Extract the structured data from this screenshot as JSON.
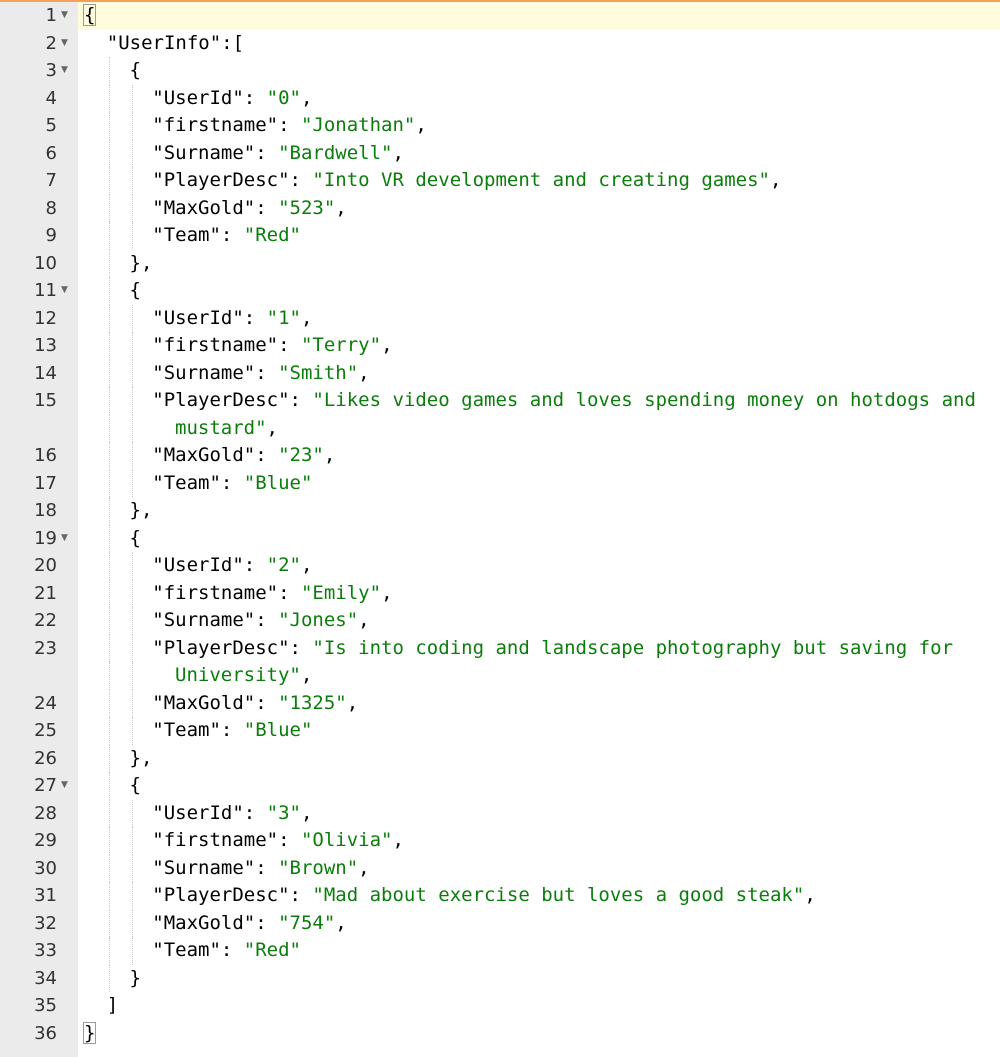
{
  "editor": {
    "lines": [
      {
        "n": "1",
        "fold": true,
        "indent": 0,
        "parts": [
          {
            "t": "{",
            "c": "key",
            "box": true
          }
        ]
      },
      {
        "n": "2",
        "fold": true,
        "indent": 1,
        "parts": [
          {
            "t": "\"UserInfo\"",
            "c": "key"
          },
          {
            "t": ":[",
            "c": "key"
          }
        ]
      },
      {
        "n": "3",
        "fold": true,
        "indent": 2,
        "parts": [
          {
            "t": "{",
            "c": "key"
          }
        ]
      },
      {
        "n": "4",
        "indent": 3,
        "parts": [
          {
            "t": "\"UserId\"",
            "c": "key"
          },
          {
            "t": ": ",
            "c": "key"
          },
          {
            "t": "\"0\"",
            "c": "str"
          },
          {
            "t": ",",
            "c": "key"
          }
        ]
      },
      {
        "n": "5",
        "indent": 3,
        "parts": [
          {
            "t": "\"firstname\"",
            "c": "key"
          },
          {
            "t": ": ",
            "c": "key"
          },
          {
            "t": "\"Jonathan\"",
            "c": "str"
          },
          {
            "t": ",",
            "c": "key"
          }
        ]
      },
      {
        "n": "6",
        "indent": 3,
        "parts": [
          {
            "t": "\"Surname\"",
            "c": "key"
          },
          {
            "t": ": ",
            "c": "key"
          },
          {
            "t": "\"Bardwell\"",
            "c": "str"
          },
          {
            "t": ",",
            "c": "key"
          }
        ]
      },
      {
        "n": "7",
        "indent": 3,
        "parts": [
          {
            "t": "\"PlayerDesc\"",
            "c": "key"
          },
          {
            "t": ": ",
            "c": "key"
          },
          {
            "t": "\"Into VR development and creating games\"",
            "c": "str"
          },
          {
            "t": ",",
            "c": "key"
          }
        ]
      },
      {
        "n": "8",
        "indent": 3,
        "parts": [
          {
            "t": "\"MaxGold\"",
            "c": "key"
          },
          {
            "t": ": ",
            "c": "key"
          },
          {
            "t": "\"523\"",
            "c": "str"
          },
          {
            "t": ",",
            "c": "key"
          }
        ]
      },
      {
        "n": "9",
        "indent": 3,
        "parts": [
          {
            "t": "\"Team\"",
            "c": "key"
          },
          {
            "t": ": ",
            "c": "key"
          },
          {
            "t": "\"Red\"",
            "c": "str"
          }
        ]
      },
      {
        "n": "10",
        "indent": 2,
        "parts": [
          {
            "t": "},",
            "c": "key"
          }
        ]
      },
      {
        "n": "11",
        "fold": true,
        "indent": 2,
        "parts": [
          {
            "t": "{",
            "c": "key"
          }
        ]
      },
      {
        "n": "12",
        "indent": 3,
        "parts": [
          {
            "t": "\"UserId\"",
            "c": "key"
          },
          {
            "t": ": ",
            "c": "key"
          },
          {
            "t": "\"1\"",
            "c": "str"
          },
          {
            "t": ",",
            "c": "key"
          }
        ]
      },
      {
        "n": "13",
        "indent": 3,
        "parts": [
          {
            "t": "\"firstname\"",
            "c": "key"
          },
          {
            "t": ": ",
            "c": "key"
          },
          {
            "t": "\"Terry\"",
            "c": "str"
          },
          {
            "t": ",",
            "c": "key"
          }
        ]
      },
      {
        "n": "14",
        "indent": 3,
        "parts": [
          {
            "t": "\"Surname\"",
            "c": "key"
          },
          {
            "t": ": ",
            "c": "key"
          },
          {
            "t": "\"Smith\"",
            "c": "str"
          },
          {
            "t": ",",
            "c": "key"
          }
        ]
      },
      {
        "n": "15",
        "indent": 3,
        "parts": [
          {
            "t": "\"PlayerDesc\"",
            "c": "key"
          },
          {
            "t": ": ",
            "c": "key"
          },
          {
            "t": "\"Likes video games and loves spending money on hotdogs and",
            "c": "str"
          }
        ],
        "wrap": [
          {
            "t": "mustard\"",
            "c": "str"
          },
          {
            "t": ",",
            "c": "key"
          }
        ]
      },
      {
        "n": "16",
        "indent": 3,
        "parts": [
          {
            "t": "\"MaxGold\"",
            "c": "key"
          },
          {
            "t": ": ",
            "c": "key"
          },
          {
            "t": "\"23\"",
            "c": "str"
          },
          {
            "t": ",",
            "c": "key"
          }
        ]
      },
      {
        "n": "17",
        "indent": 3,
        "parts": [
          {
            "t": "\"Team\"",
            "c": "key"
          },
          {
            "t": ": ",
            "c": "key"
          },
          {
            "t": "\"Blue\"",
            "c": "str"
          }
        ]
      },
      {
        "n": "18",
        "indent": 2,
        "parts": [
          {
            "t": "},",
            "c": "key"
          }
        ]
      },
      {
        "n": "19",
        "fold": true,
        "indent": 2,
        "parts": [
          {
            "t": "{",
            "c": "key"
          }
        ]
      },
      {
        "n": "20",
        "indent": 3,
        "parts": [
          {
            "t": "\"UserId\"",
            "c": "key"
          },
          {
            "t": ": ",
            "c": "key"
          },
          {
            "t": "\"2\"",
            "c": "str"
          },
          {
            "t": ",",
            "c": "key"
          }
        ]
      },
      {
        "n": "21",
        "indent": 3,
        "parts": [
          {
            "t": "\"firstname\"",
            "c": "key"
          },
          {
            "t": ": ",
            "c": "key"
          },
          {
            "t": "\"Emily\"",
            "c": "str"
          },
          {
            "t": ",",
            "c": "key"
          }
        ]
      },
      {
        "n": "22",
        "indent": 3,
        "parts": [
          {
            "t": "\"Surname\"",
            "c": "key"
          },
          {
            "t": ": ",
            "c": "key"
          },
          {
            "t": "\"Jones\"",
            "c": "str"
          },
          {
            "t": ",",
            "c": "key"
          }
        ]
      },
      {
        "n": "23",
        "indent": 3,
        "parts": [
          {
            "t": "\"PlayerDesc\"",
            "c": "key"
          },
          {
            "t": ": ",
            "c": "key"
          },
          {
            "t": "\"Is into coding and landscape photography but saving for",
            "c": "str"
          }
        ],
        "wrap": [
          {
            "t": "University\"",
            "c": "str"
          },
          {
            "t": ",",
            "c": "key"
          }
        ]
      },
      {
        "n": "24",
        "indent": 3,
        "parts": [
          {
            "t": "\"MaxGold\"",
            "c": "key"
          },
          {
            "t": ": ",
            "c": "key"
          },
          {
            "t": "\"1325\"",
            "c": "str"
          },
          {
            "t": ",",
            "c": "key"
          }
        ]
      },
      {
        "n": "25",
        "indent": 3,
        "parts": [
          {
            "t": "\"Team\"",
            "c": "key"
          },
          {
            "t": ": ",
            "c": "key"
          },
          {
            "t": "\"Blue\"",
            "c": "str"
          }
        ]
      },
      {
        "n": "26",
        "indent": 2,
        "parts": [
          {
            "t": "},",
            "c": "key"
          }
        ]
      },
      {
        "n": "27",
        "fold": true,
        "indent": 2,
        "parts": [
          {
            "t": "{",
            "c": "key"
          }
        ]
      },
      {
        "n": "28",
        "indent": 3,
        "parts": [
          {
            "t": "\"UserId\"",
            "c": "key"
          },
          {
            "t": ": ",
            "c": "key"
          },
          {
            "t": "\"3\"",
            "c": "str"
          },
          {
            "t": ",",
            "c": "key"
          }
        ]
      },
      {
        "n": "29",
        "indent": 3,
        "parts": [
          {
            "t": "\"firstname\"",
            "c": "key"
          },
          {
            "t": ": ",
            "c": "key"
          },
          {
            "t": "\"Olivia\"",
            "c": "str"
          },
          {
            "t": ",",
            "c": "key"
          }
        ]
      },
      {
        "n": "30",
        "indent": 3,
        "parts": [
          {
            "t": "\"Surname\"",
            "c": "key"
          },
          {
            "t": ": ",
            "c": "key"
          },
          {
            "t": "\"Brown\"",
            "c": "str"
          },
          {
            "t": ",",
            "c": "key"
          }
        ]
      },
      {
        "n": "31",
        "indent": 3,
        "parts": [
          {
            "t": "\"PlayerDesc\"",
            "c": "key"
          },
          {
            "t": ": ",
            "c": "key"
          },
          {
            "t": "\"Mad about exercise but loves a good steak\"",
            "c": "str"
          },
          {
            "t": ",",
            "c": "key"
          }
        ]
      },
      {
        "n": "32",
        "indent": 3,
        "parts": [
          {
            "t": "\"MaxGold\"",
            "c": "key"
          },
          {
            "t": ": ",
            "c": "key"
          },
          {
            "t": "\"754\"",
            "c": "str"
          },
          {
            "t": ",",
            "c": "key"
          }
        ]
      },
      {
        "n": "33",
        "indent": 3,
        "parts": [
          {
            "t": "\"Team\"",
            "c": "key"
          },
          {
            "t": ": ",
            "c": "key"
          },
          {
            "t": "\"Red\"",
            "c": "str"
          }
        ]
      },
      {
        "n": "34",
        "indent": 2,
        "parts": [
          {
            "t": "}",
            "c": "key"
          }
        ]
      },
      {
        "n": "35",
        "indent": 1,
        "parts": [
          {
            "t": "]",
            "c": "key"
          }
        ]
      },
      {
        "n": "36",
        "indent": 0,
        "parts": [
          {
            "t": "}",
            "c": "key",
            "box": true
          }
        ]
      }
    ],
    "colors": {
      "string": "#0b7d0b",
      "key": "#000000",
      "gutter": "#ebebeb",
      "active_line": "#fffbdd",
      "top_border": "#f5a05a"
    },
    "icons": {
      "fold": "fold-arrow-icon"
    }
  }
}
